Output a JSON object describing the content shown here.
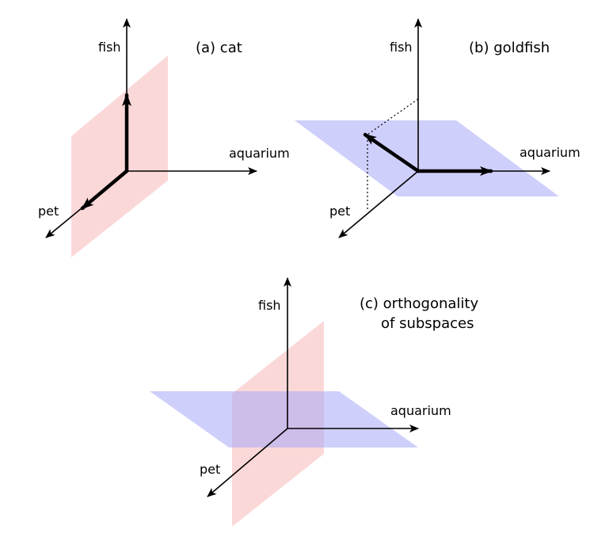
{
  "panels": [
    {
      "id": "a",
      "title": "(a) cat",
      "axis_labels": {
        "up": "fish",
        "right": "aquarium",
        "left": "pet"
      }
    },
    {
      "id": "b",
      "title": "(b) goldfish",
      "axis_labels": {
        "up": "fish",
        "right": "aquarium",
        "left": "pet"
      }
    },
    {
      "id": "c",
      "title_lines": [
        "(c) orthogonality",
        "of subspaces"
      ],
      "axis_labels": {
        "up": "fish",
        "right": "aquarium",
        "left": "pet"
      }
    }
  ],
  "colors": {
    "red_plane": "#f7a8a8",
    "blue_plane": "#a8a8f7",
    "axis": "#000000"
  }
}
